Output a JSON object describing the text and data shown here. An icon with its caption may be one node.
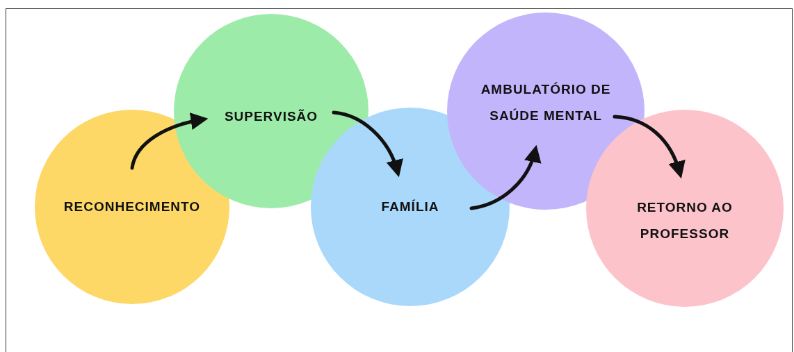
{
  "diagram": {
    "nodes": [
      {
        "text": [
          "RECONHECIMENTO"
        ]
      },
      {
        "text": [
          "SUPERVISÃO"
        ]
      },
      {
        "text": [
          "FAMÍLIA"
        ]
      },
      {
        "text": [
          "AMBULATÓRIO DE SAÚDE MENTAL"
        ]
      },
      {
        "text": [
          "RETORNO AO PROFESSOR"
        ]
      }
    ],
    "edges": [
      {
        "from": 0,
        "to": 1,
        "arrow": "to"
      },
      {
        "from": 1,
        "to": 2,
        "arrow": "to"
      },
      {
        "from": 2,
        "to": 3,
        "arrow": "to"
      },
      {
        "from": 3,
        "to": 4,
        "arrow": "to"
      }
    ]
  }
}
